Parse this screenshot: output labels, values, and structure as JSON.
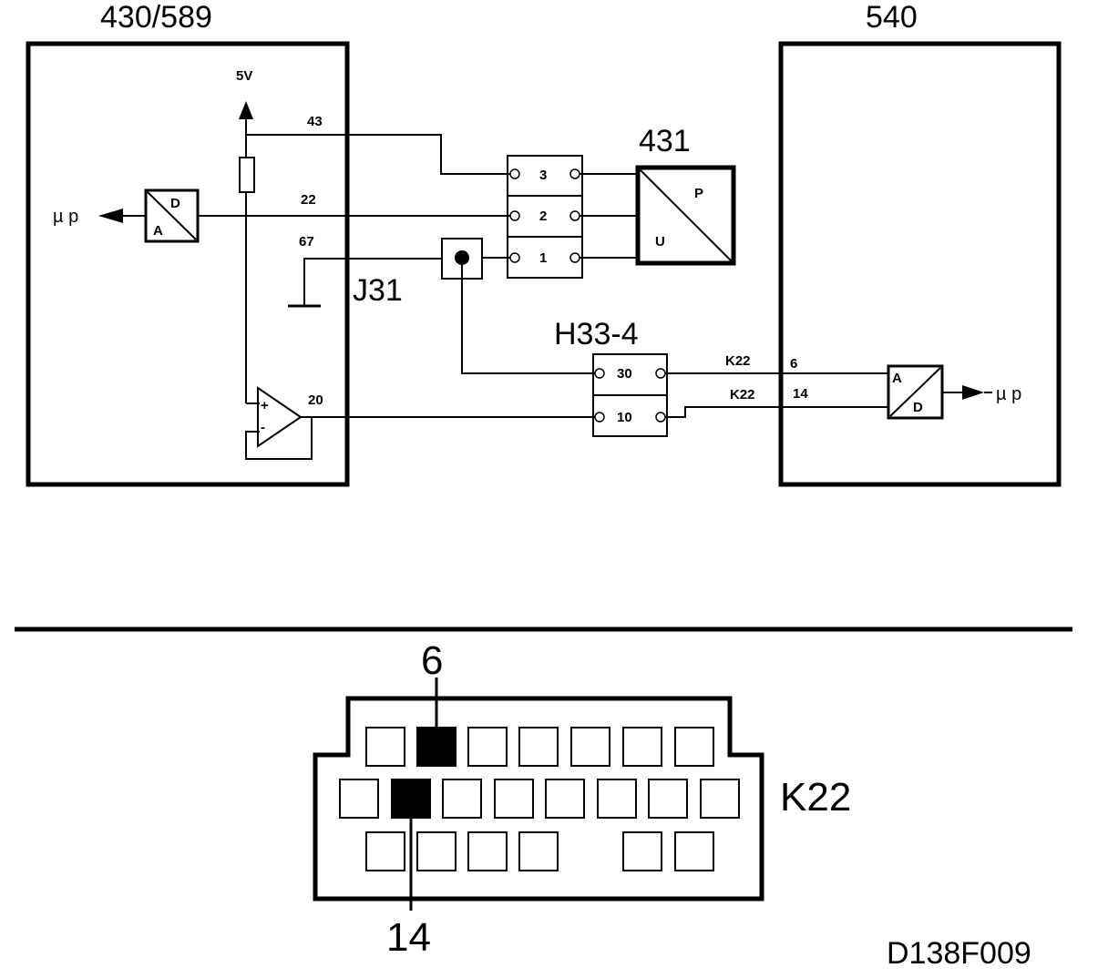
{
  "modules": {
    "left_id": "430/589",
    "right_id": "540",
    "sensor_id": "431",
    "connector_label": "J31",
    "harness_label": "H33-4",
    "connector_name": "K22"
  },
  "signals": {
    "supply": "5V",
    "up_left": "µ p",
    "up_right": "µ p",
    "ad_left_top": "D",
    "ad_left_bottom": "A",
    "ad_right_top": "A",
    "ad_right_bottom": "D",
    "sensor_p": "P",
    "sensor_u": "U"
  },
  "wires": {
    "w43": "43",
    "w22": "22",
    "w67": "67",
    "w20": "20",
    "k22_a": "K22",
    "k22_b": "K22",
    "pin6": "6",
    "pin14": "14",
    "op_plus": "+",
    "op_minus": "-"
  },
  "terminals": {
    "t3": "3",
    "t2": "2",
    "t1": "1",
    "t30": "30",
    "t10": "10"
  },
  "connector_view": {
    "pin_top": "6",
    "pin_bottom": "14"
  },
  "figure_code": "D138F009"
}
